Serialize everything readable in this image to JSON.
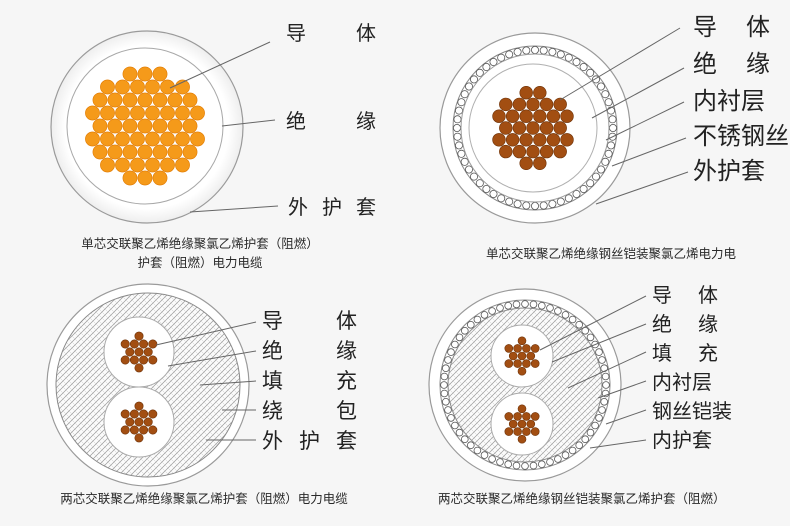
{
  "panels": {
    "p1": {
      "labels": [
        "导",
        "体",
        "绝",
        "缘",
        "外",
        "护",
        "套"
      ],
      "caption": [
        "单芯交联聚乙烯绝缘聚氯乙烯护套（阻燃）",
        "护套（阻燃）电力电缆"
      ]
    },
    "p2": {
      "labels": [
        "导",
        "体",
        "绝",
        "缘",
        "内衬层",
        "不锈钢丝",
        "外护套"
      ],
      "caption": [
        "单芯交联聚乙烯绝缘钢丝铠装聚氯乙烯电力电"
      ]
    },
    "p3": {
      "labels": [
        "导",
        "体",
        "绝",
        "缘",
        "填",
        "充",
        "绕",
        "包",
        "外",
        "护",
        "套"
      ],
      "caption": [
        "两芯交联聚乙烯绝缘聚氯乙烯护套（阻燃）电力电缆"
      ]
    },
    "p4": {
      "labels": [
        "导",
        "体",
        "绝",
        "缘",
        "填",
        "充",
        "内衬层",
        "钢丝铠装",
        "内护套"
      ],
      "caption": [
        "两芯交联聚乙烯绝缘钢丝铠装聚氯乙烯护套（阻燃）"
      ]
    }
  },
  "colors": {
    "orange_strand": "#f59a1a",
    "brown_strand": "#a24e12",
    "leader_line": "#666666"
  }
}
